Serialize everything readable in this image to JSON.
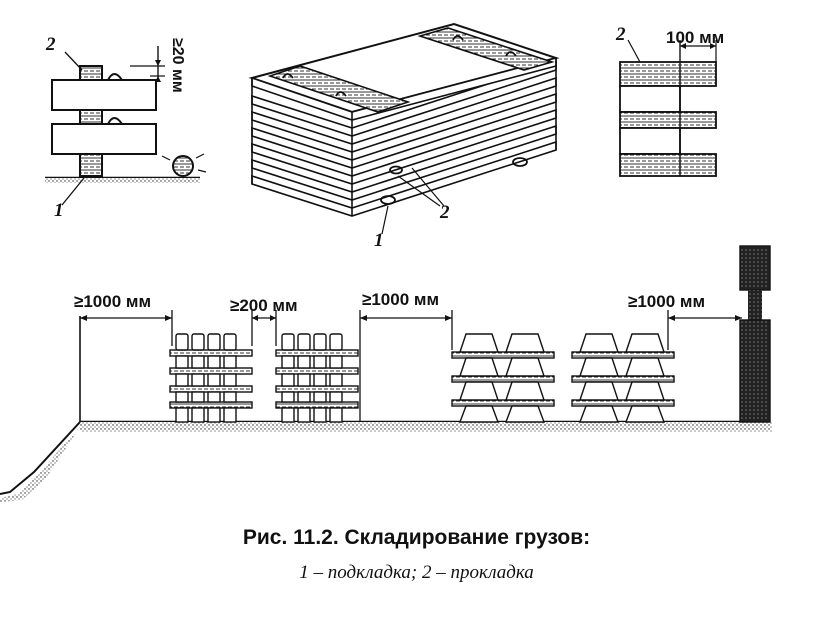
{
  "labels": {
    "left_mark_2": "2",
    "left_mark_1": "1",
    "left_dim": "≥20 мм",
    "center_mark_1": "1",
    "center_mark_2": "2",
    "right_mark_2": "2",
    "right_dim": "100 мм",
    "gap_1": "≥1000 мм",
    "gap_2": "≥200 мм",
    "gap_3": "≥1000 мм",
    "gap_4": "≥1000 мм"
  },
  "caption": {
    "title": "Рис. 11.2. Складирование грузов:",
    "legend": "1 – подкладка; 2 – прокладка"
  },
  "colors": {
    "ink": "#111111",
    "paper": "#ffffff",
    "hatch": "#555555"
  }
}
